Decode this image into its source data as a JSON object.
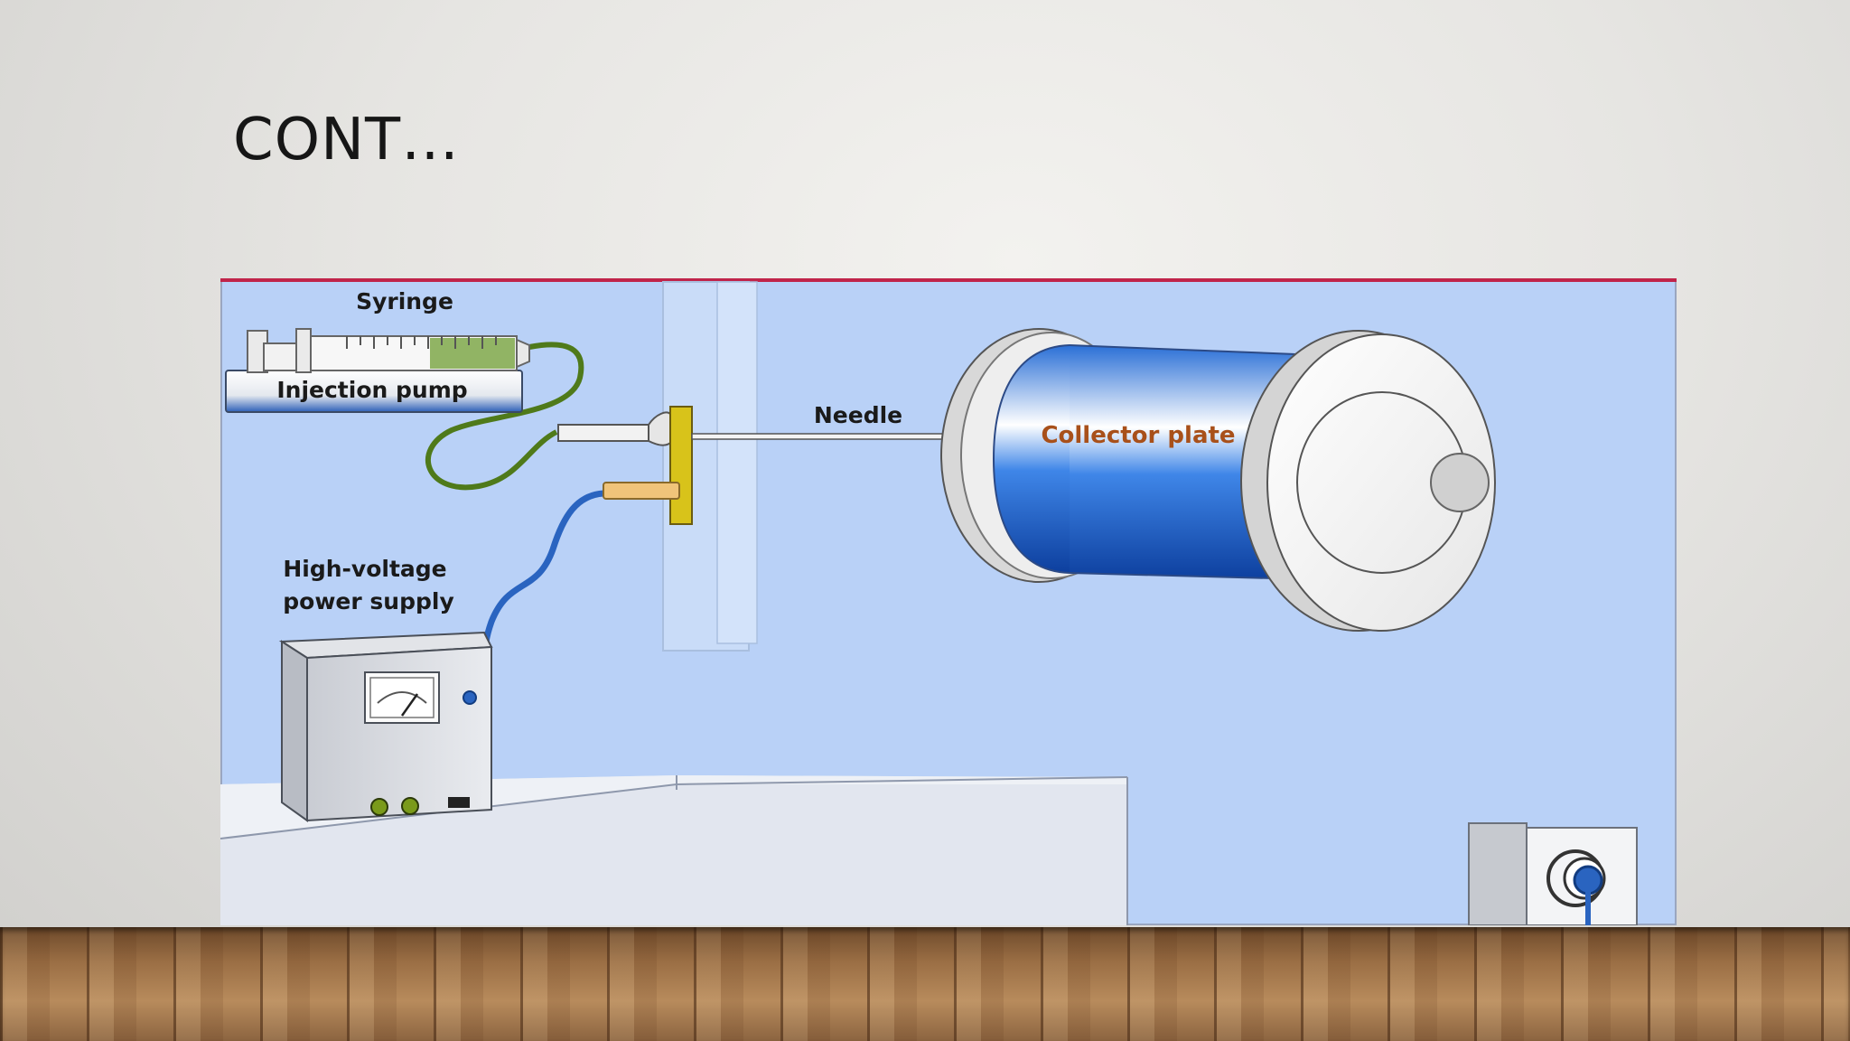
{
  "slide": {
    "title": "CONT…"
  },
  "diagram": {
    "labels": {
      "syringe": "Syringe",
      "injection_pump": "Injection pump",
      "needle": "Needle",
      "collector_plate": "Collector plate",
      "power_supply_line1": "High-voltage",
      "power_supply_line2": "power supply"
    },
    "colors": {
      "background": "#b9d1f7",
      "frame_border": "#c0244a",
      "collector_blue": "#1f5fc4",
      "needle_holder": "#d8c31a",
      "syringe_tube": "#4f7a1a",
      "power_cable": "#2a64c0",
      "collector_label": "#a8501a"
    }
  }
}
